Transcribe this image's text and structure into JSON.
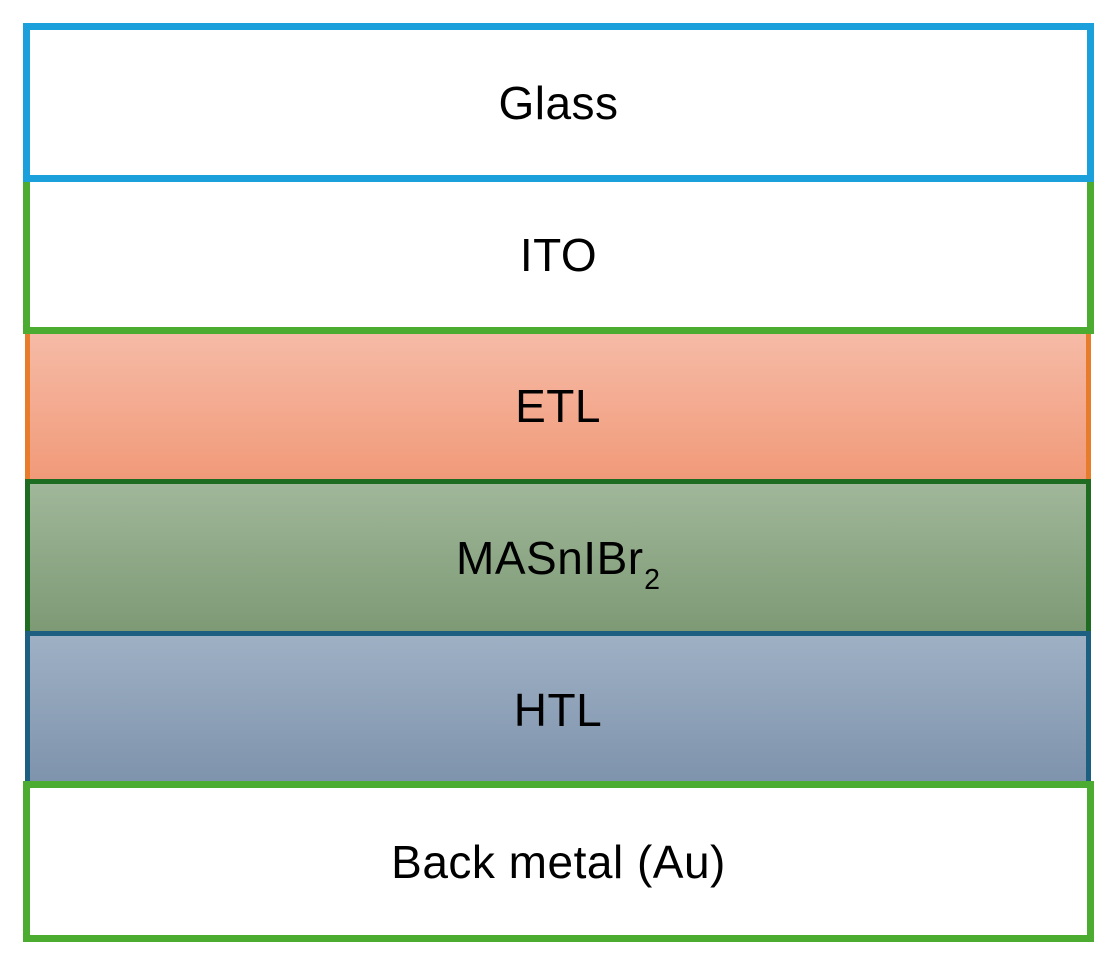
{
  "diagram": {
    "type": "layer-stack",
    "subject": "solar-cell device structure",
    "layers": [
      {
        "label": "Glass",
        "fill": "#FFFFFF",
        "border_color": "#1CA0DC"
      },
      {
        "label": "ITO",
        "fill": "#FFFFFF",
        "border_color": "#4BAC31"
      },
      {
        "label": "ETL",
        "fill_top": "#F6BBA7",
        "fill_bottom": "#F19A79",
        "border_color": "#E87C2D"
      },
      {
        "label": "MASnIBr",
        "subscript": "2",
        "fill_top": "#A0B799",
        "fill_bottom": "#7D9A75",
        "border_color": "#1E6B22"
      },
      {
        "label": "HTL",
        "fill_top": "#9EB0C4",
        "fill_bottom": "#7E93AC",
        "border_color": "#1D5F80"
      },
      {
        "label": "Back metal (Au)",
        "fill": "#FFFFFF",
        "border_color": "#4BAC31"
      }
    ]
  }
}
